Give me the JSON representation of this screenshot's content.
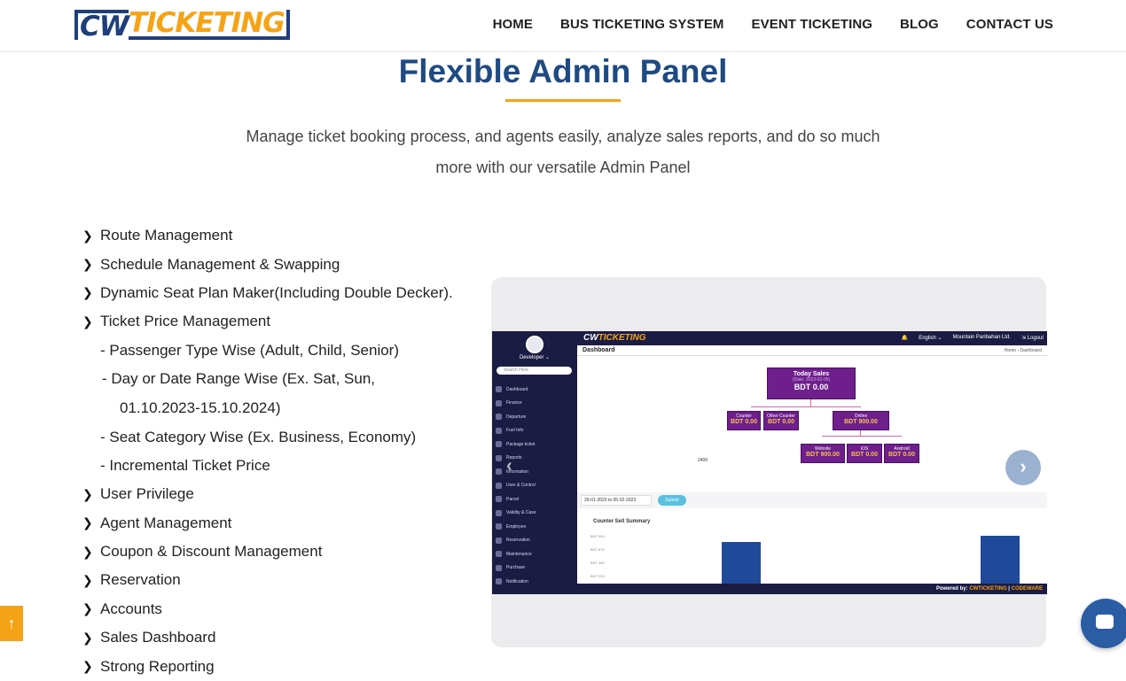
{
  "header": {
    "logo": {
      "part1": "CW",
      "part2": "TICKETING"
    },
    "nav": [
      "HOME",
      "BUS TICKETING SYSTEM",
      "EVENT TICKETING",
      "BLOG",
      "CONTACT US"
    ]
  },
  "section": {
    "title": "Flexible Admin Panel",
    "description_line1": "Manage ticket booking process, and agents easily, analyze sales reports, and do so much",
    "description_line2": "more with our versatile Admin Panel"
  },
  "features": {
    "route": "Route Management",
    "schedule": "Schedule Management & Swapping",
    "seat_plan": "Dynamic Seat Plan Maker(Including Double Decker).",
    "ticket_price": "Ticket Price Management",
    "sub_passenger": "- Passenger Type Wise (Adult, Child, Senior)",
    "sub_day": "-  Day or Date Range Wise (Ex. Sat, Sun,",
    "sub_day_cont": "01.10.2023-15.10.2024)",
    "sub_seat": "- Seat Category Wise (Ex. Business, Economy)",
    "sub_incremental": "- Incremental Ticket Price",
    "privilege": "User Privilege",
    "agent": "Agent Management",
    "coupon": "Coupon & Discount Management",
    "reservation": "Reservation",
    "accounts": "Accounts",
    "sales_dashboard": "Sales Dashboard",
    "reporting": "Strong Reporting"
  },
  "screenshot": {
    "logo": {
      "part1": "CW",
      "part2": "TICKETING"
    },
    "topbar": {
      "lang": "English ⌄",
      "company": "Mountain Paribahan Ltd.",
      "logout": "⇲ Logout"
    },
    "user": "Developer ⌄",
    "search_placeholder": "Search Here",
    "menu": [
      "Dashboard",
      "Finance",
      "Departure",
      "Fuel Info",
      "Package ticket",
      "Reports",
      "Information",
      "User & Control",
      "Parcel",
      "Validity & Case",
      "Employee",
      "Reservation",
      "Maintenance",
      "Purchase",
      "Notification"
    ],
    "page": "Dashboard",
    "breadcrumb": "Home › Dashboard",
    "today_sales": {
      "label": "Today Sales",
      "date": "(Date: 2023-02-05)",
      "value": "BDT 0.00"
    },
    "counter": {
      "label": "Counter",
      "value": "BDT 0.00"
    },
    "other_counter": {
      "label": "Other Counter",
      "value": "BDT 0.00"
    },
    "online": {
      "label": "Online",
      "value": "BDT 900.00"
    },
    "website": {
      "label": "Website",
      "value": "BDT 900.00"
    },
    "ios": {
      "label": "iOS",
      "value": "BDT 0.00"
    },
    "android": {
      "label": "Android",
      "value": "BDT 0.00"
    },
    "marker": "2400",
    "date_range": "29-01-2023 to 05-02-2023",
    "submit": "Submit",
    "chart_title": "Counter Sell Summary",
    "y_ticks": [
      "BDT 900",
      "BDT 675",
      "BDT 450",
      "BDT 225"
    ],
    "footer": {
      "prefix": "Powered by:",
      "brand1": "CWTICKETING",
      "brand2": "CODEWARE"
    }
  },
  "controls": {
    "prev": "‹",
    "next": "›",
    "scroll_top": "↑"
  },
  "colors": {
    "brand_blue": "#1f4a82",
    "brand_orange": "#f5a316",
    "panel_purple": "#6e1f8c"
  }
}
